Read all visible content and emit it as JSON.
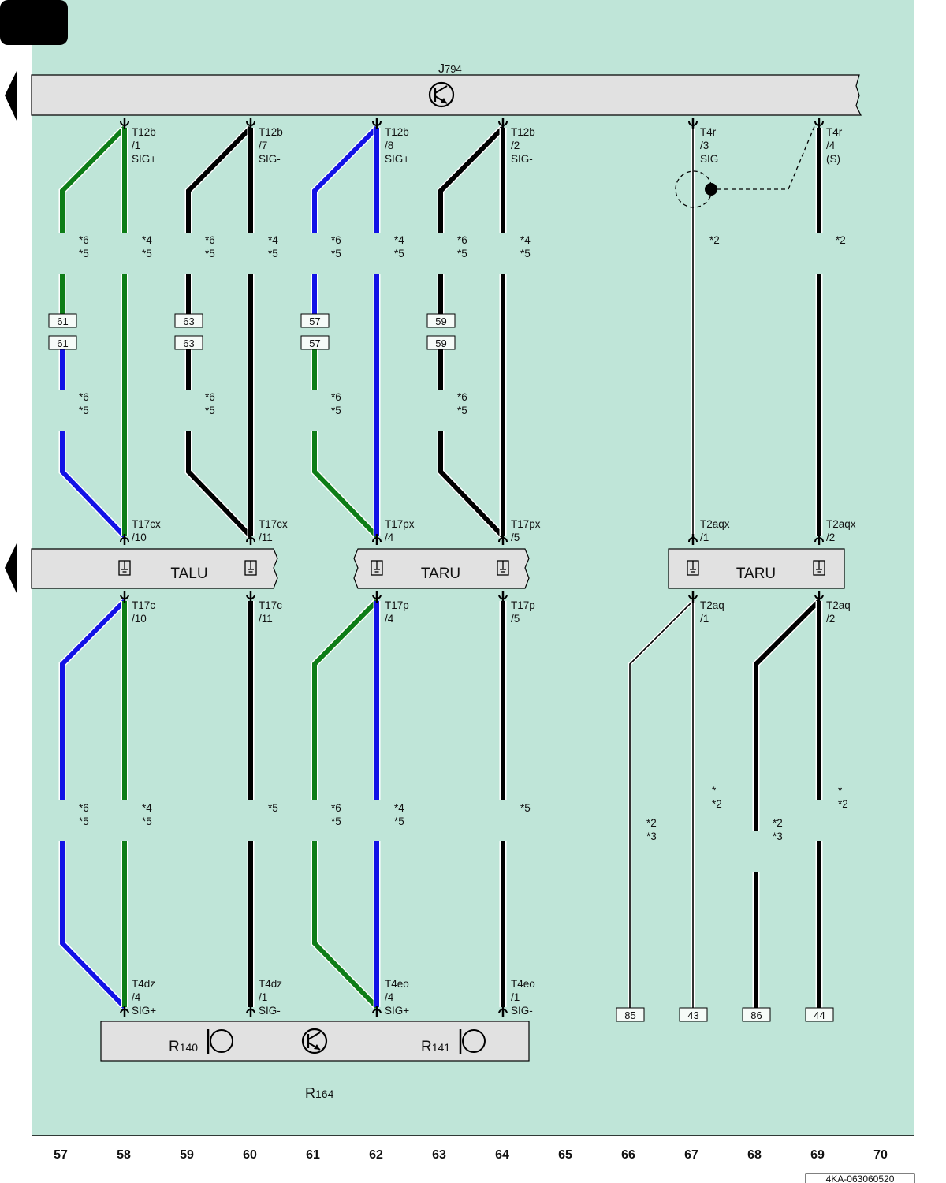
{
  "components": {
    "top_module": {
      "letter": "J",
      "sub": "794"
    },
    "bottom_module": {
      "letter": "R",
      "sub": "164"
    },
    "r140": {
      "letter": "R",
      "sub": "140"
    },
    "r141": {
      "letter": "R",
      "sub": "141"
    },
    "talu": "TALU",
    "taru_left": "TARU",
    "taru_right": "TARU"
  },
  "columns": [
    "57",
    "58",
    "59",
    "60",
    "61",
    "62",
    "63",
    "64",
    "65",
    "66",
    "67",
    "68",
    "69",
    "70"
  ],
  "document_code": "4KA-063060520",
  "pins": [
    {
      "id": "t12b-1",
      "lines": [
        "T12b",
        "/1",
        "SIG+"
      ]
    },
    {
      "id": "t12b-7",
      "lines": [
        "T12b",
        "/7",
        "SIG-"
      ]
    },
    {
      "id": "t12b-8",
      "lines": [
        "T12b",
        "/8",
        "SIG+"
      ]
    },
    {
      "id": "t12b-2",
      "lines": [
        "T12b",
        "/2",
        "SIG-"
      ]
    },
    {
      "id": "t4r-3",
      "lines": [
        "T4r",
        "/3",
        "SIG"
      ]
    },
    {
      "id": "t4r-4",
      "lines": [
        "T4r",
        "/4",
        "(S)"
      ]
    },
    {
      "id": "t17cx-10",
      "lines": [
        "T17cx",
        "/10"
      ]
    },
    {
      "id": "t17cx-11",
      "lines": [
        "T17cx",
        "/11"
      ]
    },
    {
      "id": "t17px-4",
      "lines": [
        "T17px",
        "/4"
      ]
    },
    {
      "id": "t17px-5",
      "lines": [
        "T17px",
        "/5"
      ]
    },
    {
      "id": "t2aqx-1",
      "lines": [
        "T2aqx",
        "/1"
      ]
    },
    {
      "id": "t2aqx-2",
      "lines": [
        "T2aqx",
        "/2"
      ]
    },
    {
      "id": "t17c-10",
      "lines": [
        "T17c",
        "/10"
      ]
    },
    {
      "id": "t17c-11",
      "lines": [
        "T17c",
        "/11"
      ]
    },
    {
      "id": "t17p-4",
      "lines": [
        "T17p",
        "/4"
      ]
    },
    {
      "id": "t17p-5",
      "lines": [
        "T17p",
        "/5"
      ]
    },
    {
      "id": "t2aq-1",
      "lines": [
        "T2aq",
        "/1"
      ]
    },
    {
      "id": "t2aq-2",
      "lines": [
        "T2aq",
        "/2"
      ]
    },
    {
      "id": "t4dz-4",
      "lines": [
        "T4dz",
        "/4",
        "SIG+"
      ]
    },
    {
      "id": "t4dz-1",
      "lines": [
        "T4dz",
        "/1",
        "SIG-"
      ]
    },
    {
      "id": "t4eo-4",
      "lines": [
        "T4eo",
        "/4",
        "SIG+"
      ]
    },
    {
      "id": "t4eo-1",
      "lines": [
        "T4eo",
        "/1",
        "SIG-"
      ]
    }
  ],
  "notes": [
    {
      "id": "n1",
      "lines": [
        "*6",
        "*5"
      ]
    },
    {
      "id": "n2",
      "lines": [
        "*4",
        "*5"
      ]
    },
    {
      "id": "n3",
      "lines": [
        "*6",
        "*5"
      ]
    },
    {
      "id": "n4",
      "lines": [
        "*4",
        "*5"
      ]
    },
    {
      "id": "n5",
      "lines": [
        "*6",
        "*5"
      ]
    },
    {
      "id": "n6",
      "lines": [
        "*4",
        "*5"
      ]
    },
    {
      "id": "n7",
      "lines": [
        "*6",
        "*5"
      ]
    },
    {
      "id": "n8",
      "lines": [
        "*4",
        "*5"
      ]
    },
    {
      "id": "n9",
      "lines": [
        "*2"
      ]
    },
    {
      "id": "n10",
      "lines": [
        "*2"
      ]
    },
    {
      "id": "n11",
      "lines": [
        "*6",
        "*5"
      ]
    },
    {
      "id": "n12",
      "lines": [
        "*6",
        "*5"
      ]
    },
    {
      "id": "n13",
      "lines": [
        "*6",
        "*5"
      ]
    },
    {
      "id": "n14",
      "lines": [
        "*6",
        "*5"
      ]
    },
    {
      "id": "n15",
      "lines": [
        "*6",
        "*5"
      ]
    },
    {
      "id": "n16",
      "lines": [
        "*4",
        "*5"
      ]
    },
    {
      "id": "n17",
      "lines": [
        "*5"
      ]
    },
    {
      "id": "n18",
      "lines": [
        "*6",
        "*5"
      ]
    },
    {
      "id": "n19",
      "lines": [
        "*4",
        "*5"
      ]
    },
    {
      "id": "n20",
      "lines": [
        "*5"
      ]
    },
    {
      "id": "n21",
      "lines": [
        "*",
        "*2"
      ]
    },
    {
      "id": "n22",
      "lines": [
        "*",
        "*2"
      ]
    },
    {
      "id": "n23",
      "lines": [
        "*2",
        "*3"
      ]
    },
    {
      "id": "n24",
      "lines": [
        "*2",
        "*3"
      ]
    }
  ],
  "connector_boxes": [
    "61",
    "61",
    "63",
    "63",
    "57",
    "57",
    "59",
    "59"
  ],
  "bottom_connectors": [
    "85",
    "43",
    "86",
    "44"
  ],
  "colors": {
    "background": "#bfe5d8",
    "module_fill": "#e1e1e1",
    "green_wire": "#0d7d17",
    "blue_wire": "#1212e6",
    "black_wire": "#000000"
  }
}
